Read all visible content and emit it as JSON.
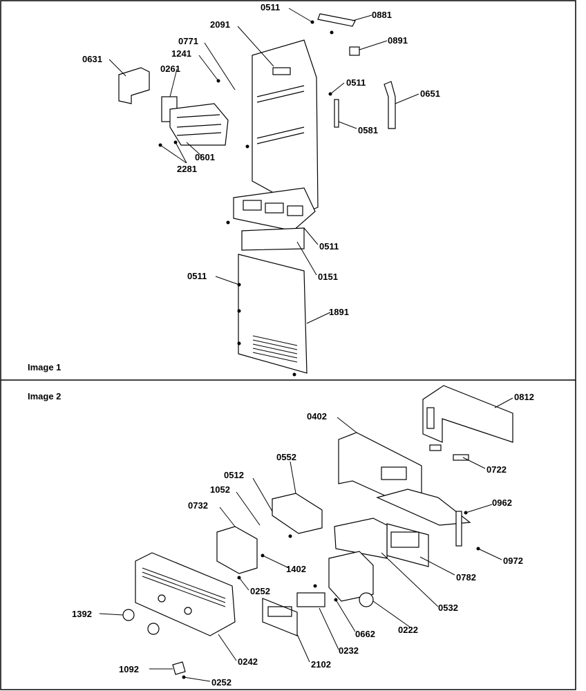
{
  "panels": [
    {
      "caption": "Image 1"
    },
    {
      "caption": "Image 2"
    }
  ],
  "callouts1": [
    "0511",
    "0881",
    "2091",
    "0891",
    "0771",
    "1241",
    "0631",
    "0261",
    "0511",
    "0651",
    "0581",
    "0601",
    "2281",
    "0511",
    "0151",
    "0511",
    "1891"
  ],
  "callouts2": [
    "0812",
    "0402",
    "0722",
    "0552",
    "0512",
    "1052",
    "0732",
    "0962",
    "0972",
    "0782",
    "1402",
    "0252",
    "0532",
    "0222",
    "1392",
    "0662",
    "0232",
    "2102",
    "0242",
    "1092",
    "0252"
  ]
}
